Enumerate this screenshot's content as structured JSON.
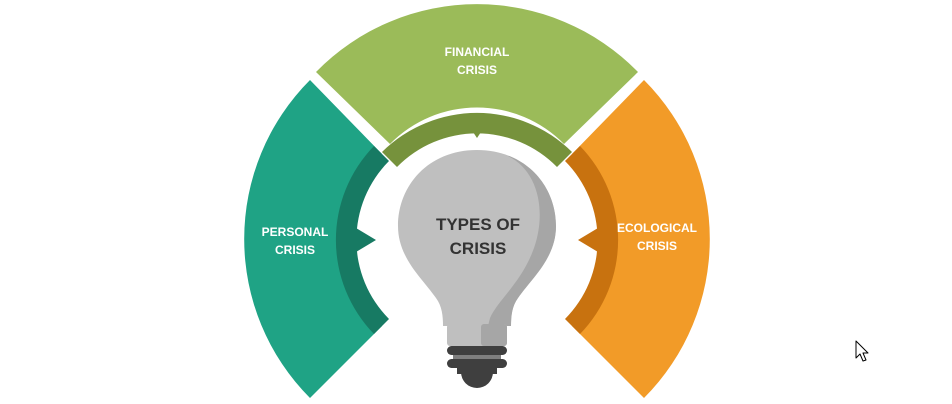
{
  "diagram": {
    "center": {
      "line1": "TYPES OF",
      "line2": "CRISIS"
    },
    "segments": [
      {
        "id": "financial",
        "line1": "FINANCIAL",
        "line2": "CRISIS",
        "color": "#9BBB59",
        "inner_color": "#76923C"
      },
      {
        "id": "personal",
        "line1": "PERSONAL",
        "line2": "CRISIS",
        "color": "#1FA385",
        "inner_color": "#177A63"
      },
      {
        "id": "ecological",
        "line1": "ECOLOGICAL",
        "line2": "CRISIS",
        "color": "#F29B28",
        "inner_color": "#C8720F"
      }
    ],
    "bulb_colors": {
      "light": "#BFBFBF",
      "shade": "#A6A6A6",
      "base": "#3F3F3F"
    }
  },
  "cursor": {
    "icon": "mouse-pointer-icon"
  }
}
